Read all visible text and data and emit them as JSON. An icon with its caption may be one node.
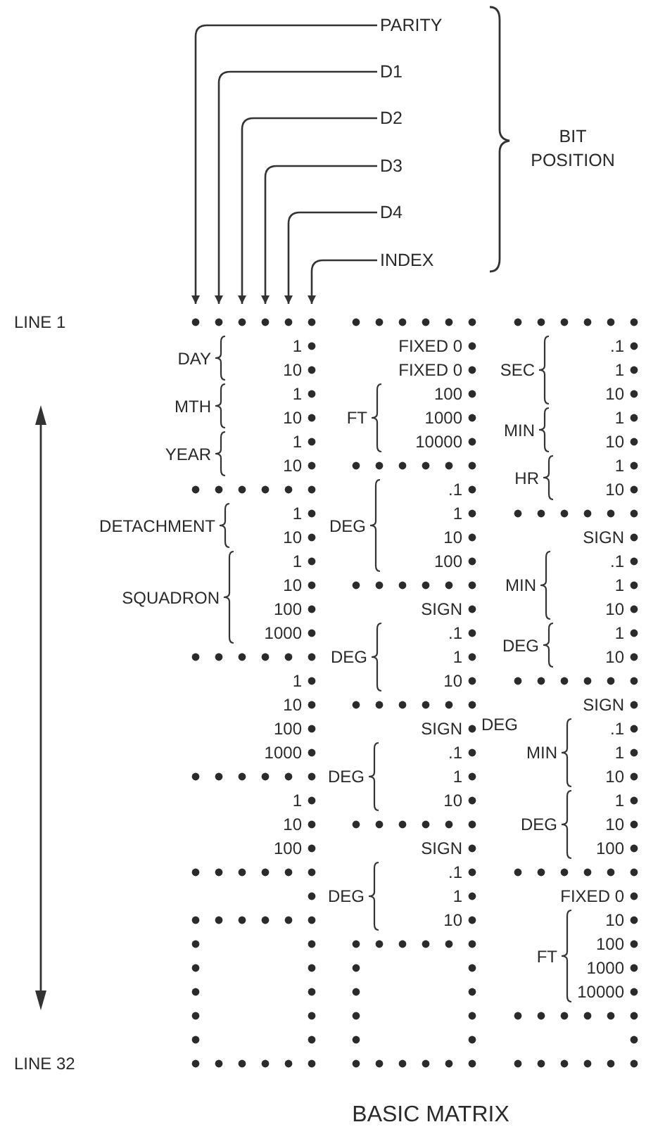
{
  "diagram": {
    "caption": "BASIC MATRIX",
    "nodes": [
      {
        "text": [
          "PARITY"
        ]
      },
      {
        "text": [
          "D1"
        ]
      },
      {
        "text": [
          "D2"
        ]
      },
      {
        "text": [
          "D3"
        ]
      },
      {
        "text": [
          "D4"
        ]
      },
      {
        "text": [
          "INDEX"
        ]
      }
    ],
    "edges": [
      {
        "from": 0,
        "to": null,
        "arrow": "to"
      },
      {
        "from": 1,
        "to": null,
        "arrow": "to"
      },
      {
        "from": 2,
        "to": null,
        "arrow": "to"
      },
      {
        "from": 3,
        "to": null,
        "arrow": "to"
      },
      {
        "from": 4,
        "to": null,
        "arrow": "to"
      },
      {
        "from": 5,
        "to": null,
        "arrow": "to"
      }
    ],
    "labels": [
      "BIT POSITION",
      "LINE 1",
      "DAY",
      "1",
      "10",
      "MTH",
      "1",
      "10",
      "YEAR",
      "1",
      "10",
      "DETACHMENT",
      "1",
      "10",
      "SQUADRON",
      "1",
      "10",
      "100",
      "1000",
      "1",
      "10",
      "100",
      "1000",
      "1",
      "10",
      "100",
      "FIXED 0",
      "FIXED 0",
      "FT",
      "100",
      "1000",
      "10000",
      "DEG",
      ".1",
      "1",
      "10",
      "100",
      "SIGN",
      "DEG",
      ".1",
      "1",
      "10",
      "SIGN",
      "DEG",
      ".1",
      "1",
      "10",
      "SIGN",
      "DEG",
      ".1",
      "1",
      "10",
      "SEC",
      ".1",
      "1",
      "10",
      "MIN",
      "1",
      "10",
      "HR",
      "1",
      "10",
      "SIGN",
      "MIN",
      ".1",
      "1",
      "10",
      "DEG",
      "1",
      "10",
      "SIGN",
      "DEG",
      "MIN",
      ".1",
      "1",
      "10",
      "DEG",
      "1",
      "10",
      "100",
      "FIXED 0",
      "FT",
      "10",
      "100",
      "1000",
      "10000",
      "LINE 32"
    ]
  }
}
